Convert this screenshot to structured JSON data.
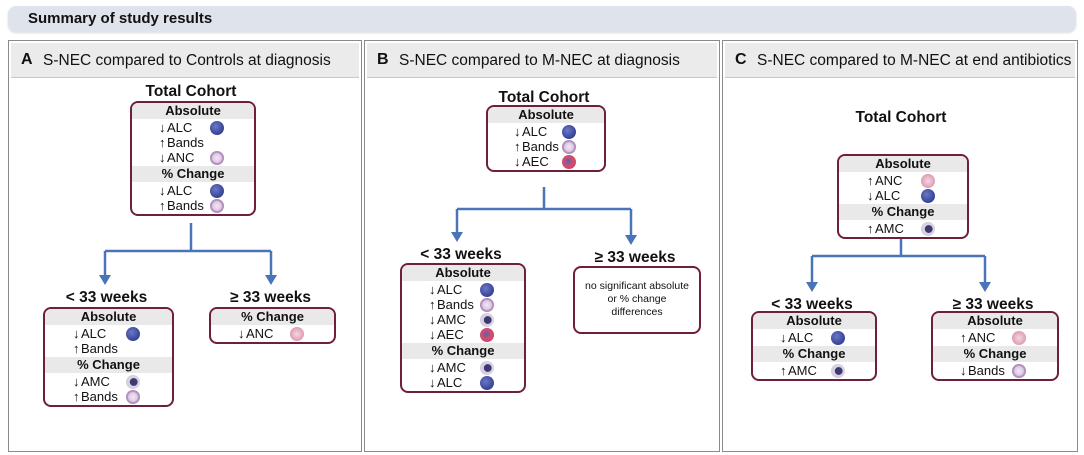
{
  "header": {
    "title": "Summary of study results"
  },
  "panels": [
    {
      "letter": "A",
      "title": "S-NEC compared to Controls at diagnosis",
      "total": {
        "title": "Total Cohort",
        "sections": [
          {
            "label": "Absolute",
            "rows": [
              {
                "arrow": "↓",
                "text": "ALC",
                "icon": "lymphocyte-icon"
              },
              {
                "arrow": "↑",
                "text": "Bands",
                "icon": ""
              },
              {
                "arrow": "↓",
                "text": "ANC",
                "icon": "band-cell-icon"
              }
            ]
          },
          {
            "label": "% Change",
            "rows": [
              {
                "arrow": "↓",
                "text": "ALC",
                "icon": "lymphocyte-icon"
              },
              {
                "arrow": "↑",
                "text": "Bands",
                "icon": "band-cell-icon"
              }
            ]
          }
        ]
      },
      "under33": {
        "title": "< 33 weeks",
        "sections": [
          {
            "label": "Absolute",
            "rows": [
              {
                "arrow": "↓",
                "text": "ALC",
                "icon": "lymphocyte-icon"
              },
              {
                "arrow": "↑",
                "text": "Bands",
                "icon": ""
              }
            ]
          },
          {
            "label": "% Change",
            "rows": [
              {
                "arrow": "↓",
                "text": "AMC",
                "icon": "monocyte-icon"
              },
              {
                "arrow": "↑",
                "text": "Bands",
                "icon": "band-cell-icon"
              }
            ]
          }
        ]
      },
      "over33": {
        "title": "≥ 33 weeks",
        "sections": [
          {
            "label": "% Change",
            "rows": [
              {
                "arrow": "↓",
                "text": "ANC",
                "icon": "neutrophil-icon"
              }
            ]
          }
        ]
      }
    },
    {
      "letter": "B",
      "title": "S-NEC compared to M-NEC at diagnosis",
      "total": {
        "title": "Total Cohort",
        "sections": [
          {
            "label": "Absolute",
            "rows": [
              {
                "arrow": "↓",
                "text": "ALC",
                "icon": "lymphocyte-icon"
              },
              {
                "arrow": "↑",
                "text": "Bands",
                "icon": "band-cell-icon"
              },
              {
                "arrow": "↓",
                "text": "AEC",
                "icon": "eosinophil-icon"
              }
            ]
          }
        ]
      },
      "under33": {
        "title": "< 33 weeks",
        "sections": [
          {
            "label": "Absolute",
            "rows": [
              {
                "arrow": "↓",
                "text": "ALC",
                "icon": "lymphocyte-icon"
              },
              {
                "arrow": "↑",
                "text": "Bands",
                "icon": "band-cell-icon"
              },
              {
                "arrow": "↓",
                "text": "AMC",
                "icon": "monocyte-icon"
              },
              {
                "arrow": "↓",
                "text": "AEC",
                "icon": "eosinophil-icon"
              }
            ]
          },
          {
            "label": "% Change",
            "rows": [
              {
                "arrow": "↓",
                "text": "AMC",
                "icon": "monocyte-icon"
              },
              {
                "arrow": "↓",
                "text": "ALC",
                "icon": "lymphocyte-icon"
              }
            ]
          }
        ]
      },
      "over33": {
        "title": "≥ 33 weeks",
        "note": "no significant absolute or % change differences"
      }
    },
    {
      "letter": "C",
      "title": "S-NEC compared to M-NEC at end antibiotics",
      "total": {
        "title": "Total Cohort",
        "sections": [
          {
            "label": "Absolute",
            "rows": [
              {
                "arrow": "↑",
                "text": "ANC",
                "icon": "neutrophil-icon"
              },
              {
                "arrow": "↓",
                "text": "ALC",
                "icon": "lymphocyte-icon"
              }
            ]
          },
          {
            "label": "% Change",
            "rows": [
              {
                "arrow": "↑",
                "text": "AMC",
                "icon": "monocyte-icon"
              }
            ]
          }
        ]
      },
      "under33": {
        "title": "< 33 weeks",
        "sections": [
          {
            "label": "Absolute",
            "rows": [
              {
                "arrow": "↓",
                "text": "ALC",
                "icon": "lymphocyte-icon"
              }
            ]
          },
          {
            "label": "% Change",
            "rows": [
              {
                "arrow": "↑",
                "text": "AMC",
                "icon": "monocyte-icon"
              }
            ]
          }
        ]
      },
      "over33": {
        "title": "≥ 33 weeks",
        "sections": [
          {
            "label": "Absolute",
            "rows": [
              {
                "arrow": "↑",
                "text": "ANC",
                "icon": "neutrophil-icon"
              }
            ]
          },
          {
            "label": "% Change",
            "rows": [
              {
                "arrow": "↓",
                "text": "Bands",
                "icon": "band-cell-icon"
              }
            ]
          }
        ]
      }
    }
  ],
  "colors": {
    "connector": "#4a74b8",
    "box_border": "#6e1f3a",
    "header_bg": "#dfe3ec",
    "panel_head_bg": "#ebebeb"
  }
}
